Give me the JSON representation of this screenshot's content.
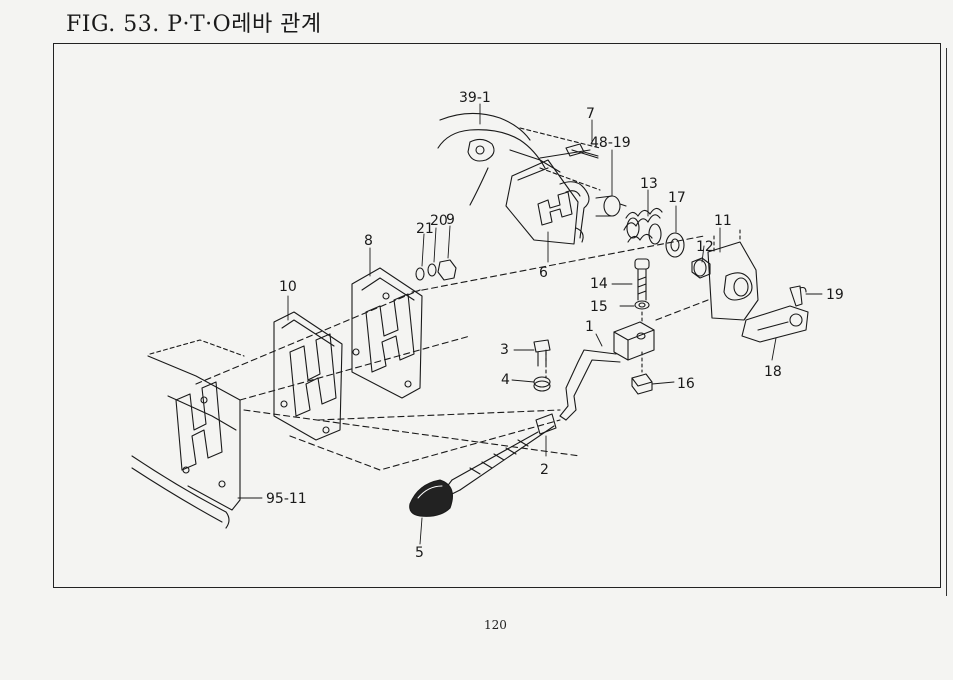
{
  "figure": {
    "title": "FIG. 53. P·T·O레바 관계",
    "page_number": "120"
  },
  "callouts": [
    {
      "id": "c-39-1",
      "text": "39-1"
    },
    {
      "id": "c-7",
      "text": "7"
    },
    {
      "id": "c-48-19",
      "text": "48-19"
    },
    {
      "id": "c-13",
      "text": "13"
    },
    {
      "id": "c-17",
      "text": "17"
    },
    {
      "id": "c-11",
      "text": "11"
    },
    {
      "id": "c-12",
      "text": "12"
    },
    {
      "id": "c-6",
      "text": "6"
    },
    {
      "id": "c-8",
      "text": "8"
    },
    {
      "id": "c-21",
      "text": "21"
    },
    {
      "id": "c-20",
      "text": "20"
    },
    {
      "id": "c-9",
      "text": "9"
    },
    {
      "id": "c-10",
      "text": "10"
    },
    {
      "id": "c-14",
      "text": "14"
    },
    {
      "id": "c-15",
      "text": "15"
    },
    {
      "id": "c-1",
      "text": "1"
    },
    {
      "id": "c-19",
      "text": "19"
    },
    {
      "id": "c-3",
      "text": "3"
    },
    {
      "id": "c-4",
      "text": "4"
    },
    {
      "id": "c-16",
      "text": "16"
    },
    {
      "id": "c-18",
      "text": "18"
    },
    {
      "id": "c-2",
      "text": "2"
    },
    {
      "id": "c-95-11",
      "text": "95-11"
    },
    {
      "id": "c-5",
      "text": "5"
    }
  ]
}
